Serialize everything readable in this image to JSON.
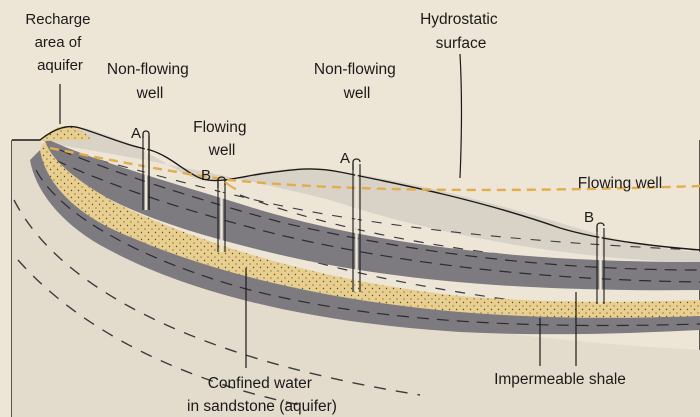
{
  "labels": {
    "recharge": [
      "Recharge",
      "area of",
      "aquifer"
    ],
    "hydrostatic": [
      "Hydrostatic",
      "surface"
    ],
    "nonflowing_left": [
      "Non-flowing",
      "well"
    ],
    "flowing_left": [
      "Flowing",
      "well"
    ],
    "nonflowing_mid": [
      "Non-flowing",
      "well"
    ],
    "flowing_right": "Flowing well",
    "confined": [
      "Confined water",
      "in sandstone (aquifer)"
    ],
    "shale": "Impermeable shale"
  },
  "well_letters": {
    "a_left": "A",
    "b_left": "B",
    "a_mid": "A",
    "b_right": "B"
  },
  "colors": {
    "background": "#ede5d6",
    "sandstone": "#e8cf8f",
    "shale": "#7d7b7f",
    "hydrostatic_line": "#e3ac4c",
    "ink": "#1b1a18"
  }
}
